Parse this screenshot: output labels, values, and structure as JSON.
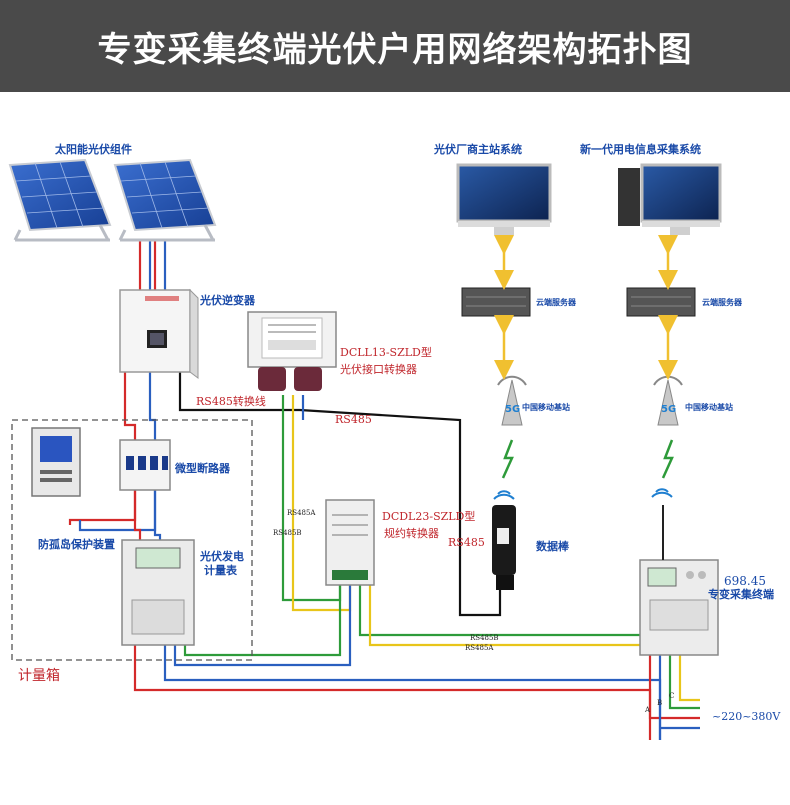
{
  "header": {
    "title": "专变采集终端光伏户用网络架构拓扑图"
  },
  "labels": {
    "solar_panel": "太阳能光伏组件",
    "inverter": "光伏逆变器",
    "pv_master_station": "光伏厂商主站系统",
    "new_gen_system": "新一代用电信息采集系统",
    "cloud_server_1": "云端服务器",
    "cloud_server_2": "云端服务器",
    "base_station_1": "中国移动基站",
    "base_station_2": "中国移动基站",
    "converter_model": "DCLL13-SZLD型",
    "converter_name": "光伏接口转换器",
    "protocol_model": "DCDL23-SZLD型",
    "protocol_name": "规约转换器",
    "breaker": "微型断路器",
    "anti_island": "防孤岛保护装置",
    "pv_meter_1": "光伏发电",
    "pv_meter_2": "计量表",
    "data_stick": "数据棒",
    "terminal_model": "698.45",
    "terminal_name": "专变采集终端",
    "meter_box": "计量箱",
    "rs485_cable": "RS485转换线",
    "rs485": "RS485",
    "rs485_stick": "RS485",
    "rs485a_v": "RS485A",
    "rs485b_v": "RS485B",
    "rs485b_h": "RS485B",
    "rs485a_h": "RS485A",
    "voltage": "~220~380V",
    "phase_a": "A",
    "phase_b": "B",
    "phase_c": "C"
  },
  "colors": {
    "banner": "#4a4a4a",
    "wire_red": "#d42a2a",
    "wire_blue": "#2a5fbf",
    "wire_green": "#2e9b3a",
    "wire_yellow": "#e8c51a",
    "wire_black": "#111111",
    "arrow_gold": "#f0c030",
    "label_red": "#c0262c",
    "label_blue": "#1a4aa8"
  }
}
